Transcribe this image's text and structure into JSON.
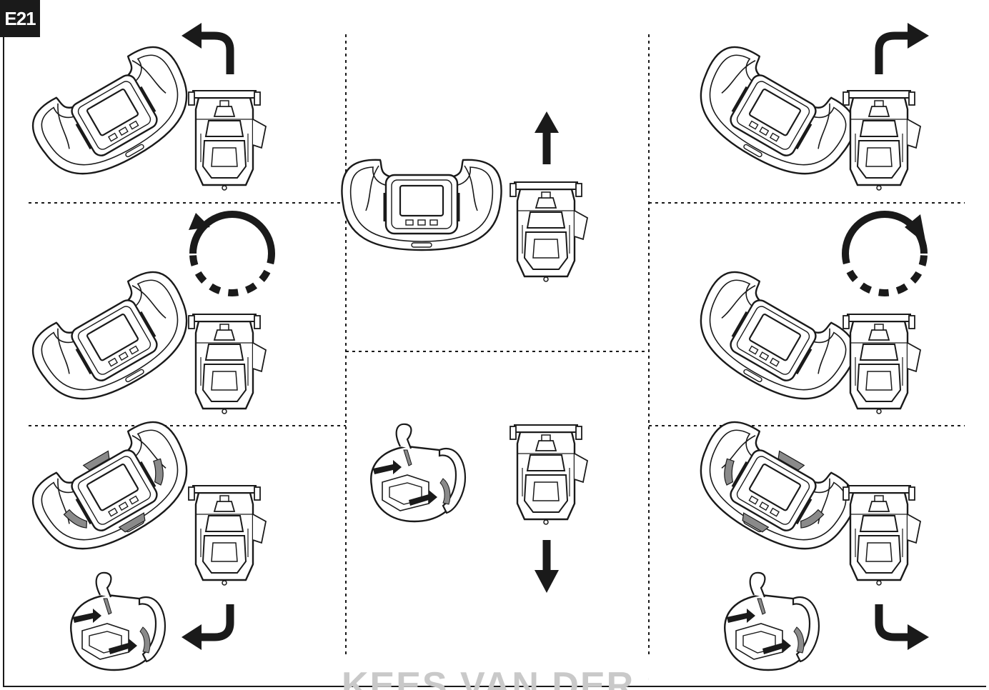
{
  "figure": {
    "badge_label": "E21",
    "watermark": "KEES VAN DER SPEK"
  },
  "panels": [
    {
      "position": "top-left",
      "movement": "turn-left"
    },
    {
      "position": "middle-left",
      "movement": "rotate-counterclockwise"
    },
    {
      "position": "bottom-left",
      "movement": "reverse-turn-left"
    },
    {
      "position": "center-top",
      "movement": "forward"
    },
    {
      "position": "center-bottom",
      "movement": "reverse"
    },
    {
      "position": "top-right",
      "movement": "turn-right"
    },
    {
      "position": "middle-right",
      "movement": "rotate-clockwise"
    },
    {
      "position": "bottom-right",
      "movement": "reverse-turn-right"
    }
  ],
  "colors": {
    "line": "#1a1a1a",
    "paddle_highlight": "#8a8a8a",
    "watermark": "#c9c9c9"
  }
}
